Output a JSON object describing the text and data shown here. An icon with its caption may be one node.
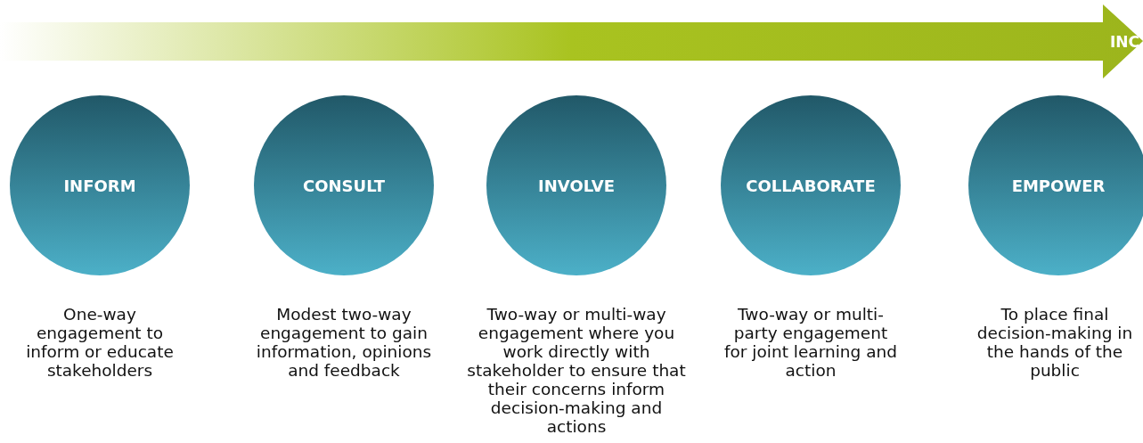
{
  "diagram": {
    "nodes": [
      {
        "text": [
          "INFORM"
        ],
        "beside": [
          "One-way engagement to inform or educate stakeholders"
        ]
      },
      {
        "text": [
          "CONSULT"
        ],
        "beside": [
          "Modest two-way engagement to gain information, opinions and feedback"
        ]
      },
      {
        "text": [
          "INVOLVE"
        ],
        "beside": [
          "Two-way or multi-way engagement where you work directly with stakeholder to ensure that their concerns inform decision-making and actions"
        ]
      },
      {
        "text": [
          "COLLABORATE"
        ],
        "beside": [
          "Two-way or multi-party engagement for joint learning and action"
        ]
      },
      {
        "text": [
          "EMPOWER"
        ],
        "beside": [
          "To place final decision-making in the hands of the public"
        ]
      }
    ],
    "edges": [],
    "labels": [
      "INC"
    ]
  }
}
